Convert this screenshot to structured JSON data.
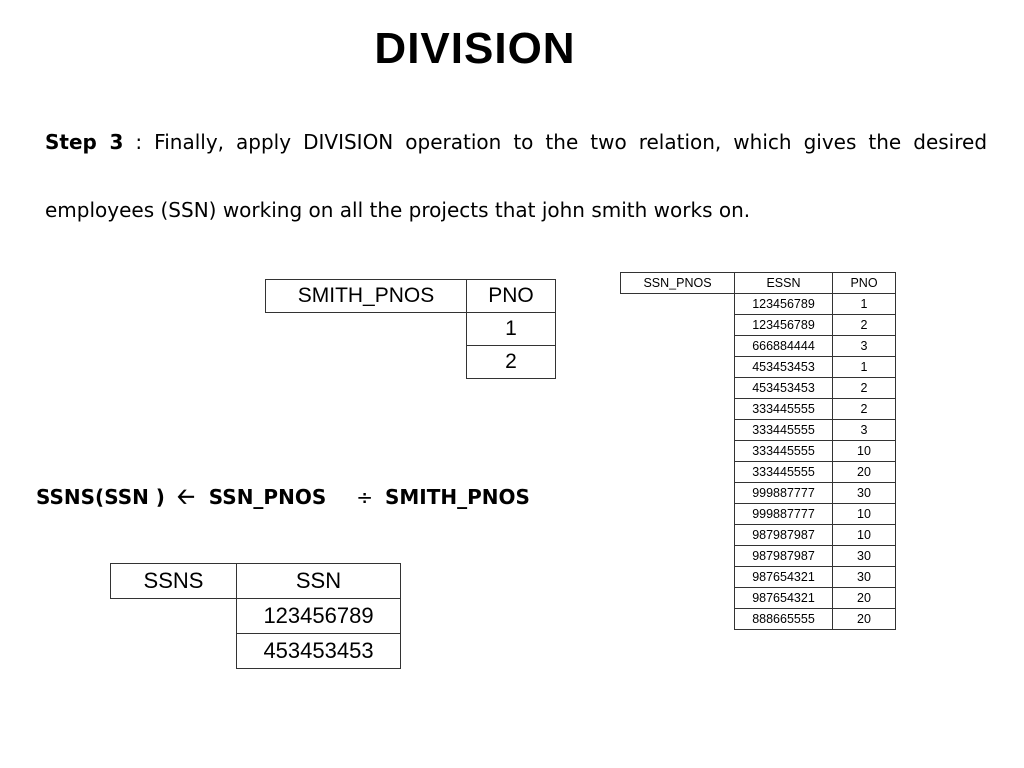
{
  "title": "DIVISION",
  "step": {
    "label": "Step 3",
    "text": ": Finally, apply DIVISION operation to the two relation, which gives the desired employees (SSN) working on all the projects that john smith works on."
  },
  "smith_pnos": {
    "name": "SMITH_PNOS",
    "column": "PNO",
    "rows": [
      "1",
      "2"
    ]
  },
  "ssn_pnos": {
    "name": "SSN_PNOS",
    "columns": [
      "ESSN",
      "PNO"
    ],
    "rows": [
      [
        "123456789",
        "1"
      ],
      [
        "123456789",
        "2"
      ],
      [
        "666884444",
        "3"
      ],
      [
        "453453453",
        "1"
      ],
      [
        "453453453",
        "2"
      ],
      [
        "333445555",
        "2"
      ],
      [
        "333445555",
        "3"
      ],
      [
        "333445555",
        "10"
      ],
      [
        "333445555",
        "20"
      ],
      [
        "999887777",
        "30"
      ],
      [
        "999887777",
        "10"
      ],
      [
        "987987987",
        "10"
      ],
      [
        "987987987",
        "30"
      ],
      [
        "987654321",
        "30"
      ],
      [
        "987654321",
        "20"
      ],
      [
        "888665555",
        "20"
      ]
    ]
  },
  "expression": {
    "lhs": "SSNS(SSN )",
    "arrow": "🡠",
    "operand1": "SSN_PNOS",
    "operator": "÷",
    "operand2": "SMITH_PNOS"
  },
  "ssns": {
    "name": "SSNS",
    "column": "SSN",
    "rows": [
      "123456789",
      "453453453"
    ]
  }
}
